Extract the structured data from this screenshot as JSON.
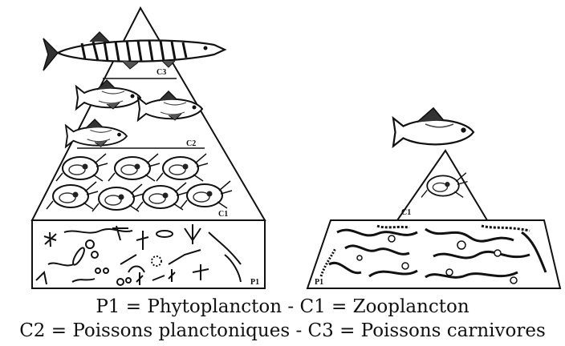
{
  "left_pyramid": {
    "levels": [
      {
        "code": "C3"
      },
      {
        "code": "C2"
      },
      {
        "code": "C1"
      },
      {
        "code": "P1"
      }
    ]
  },
  "right_pyramid": {
    "levels": [
      {
        "code": "C1"
      },
      {
        "code": "P1"
      }
    ]
  },
  "caption": {
    "line1": "P1 = Phytoplancton - C1 = Zooplancton",
    "line2": "C2 = Poissons planctoniques - C3 = Poissons carnivores"
  },
  "icons": [
    "pike-fish-icon",
    "planktivorous-fish-icon",
    "zooplankton-icon",
    "phytoplankton-icon"
  ]
}
